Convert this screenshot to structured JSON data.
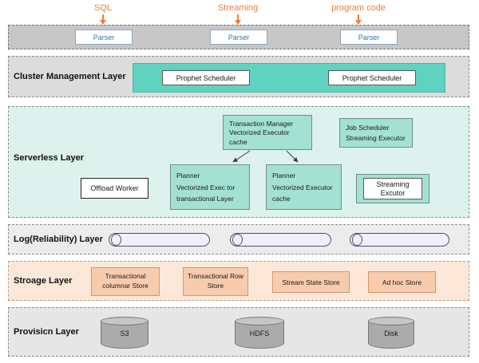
{
  "colors": {
    "accent_orange": "#ed7d31",
    "parser_blue": "#2e75b6",
    "teal_strong": "#5fd3c0",
    "teal_light": "#a3e1d3",
    "mint_bg": "#ddf2ec",
    "peach_bg": "#fbe8d9",
    "orange_box": "#f8cbad"
  },
  "top": {
    "input_labels": [
      "SQL",
      "Streaming",
      "program code"
    ],
    "parser_label": "Parser"
  },
  "cluster_layer": {
    "title": "Cluster Management Layer",
    "schedulers": [
      "Prophet Scheduler",
      "Prophet Scheduler"
    ]
  },
  "serverless_layer": {
    "title": "Serverless Layer",
    "transaction_manager": [
      "Transaction Manager",
      "Vectorized Executor",
      "cache"
    ],
    "job_scheduler": [
      "Job Scheduler",
      "Streaming Executor"
    ],
    "offload_worker": "Offload Worker",
    "planner_left": [
      "Planner",
      "Vectorized Exec tor",
      "transactional Layer"
    ],
    "planner_right": [
      "Planner",
      "Vectorized Executor",
      "cache"
    ],
    "streaming_executor": [
      "Streaming",
      "Excutor"
    ]
  },
  "log_layer": {
    "title": "Log(Reliability) Layer"
  },
  "storage_layer": {
    "title": "Stroage Layer",
    "stores": [
      [
        "Transactional",
        "columnar Store"
      ],
      [
        "Transactional Row",
        "Store"
      ],
      [
        "Stream State Store"
      ],
      [
        "Ad hoc Store"
      ]
    ]
  },
  "provision_layer": {
    "title": "Provisicn Layer",
    "nodes": [
      "S3",
      "HDFS",
      "Disk"
    ]
  }
}
